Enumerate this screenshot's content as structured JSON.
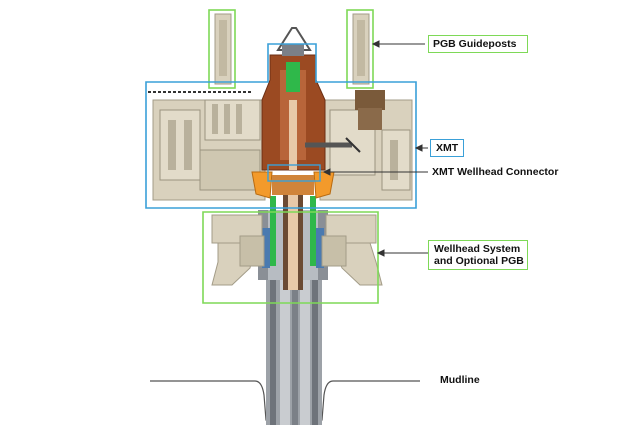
{
  "labels": {
    "pgb_guideposts": "PGB Guideposts",
    "xmt": "XMT",
    "xmt_wellhead_connector": "XMT Wellhead Connector",
    "wellhead_system_line1": "Wellhead System",
    "wellhead_system_line2": "and Optional PGB",
    "mudline": "Mudline"
  },
  "colors": {
    "green_outline": "#7ed957",
    "blue_outline": "#3aa0d8",
    "tan": "#d9d1bd",
    "tan_dark": "#a39c88",
    "rust": "#9b4a22",
    "gray": "#8a8f96",
    "steel": "#b7bcc2",
    "orange": "#f39a2b",
    "green_part": "#2fb84a"
  }
}
